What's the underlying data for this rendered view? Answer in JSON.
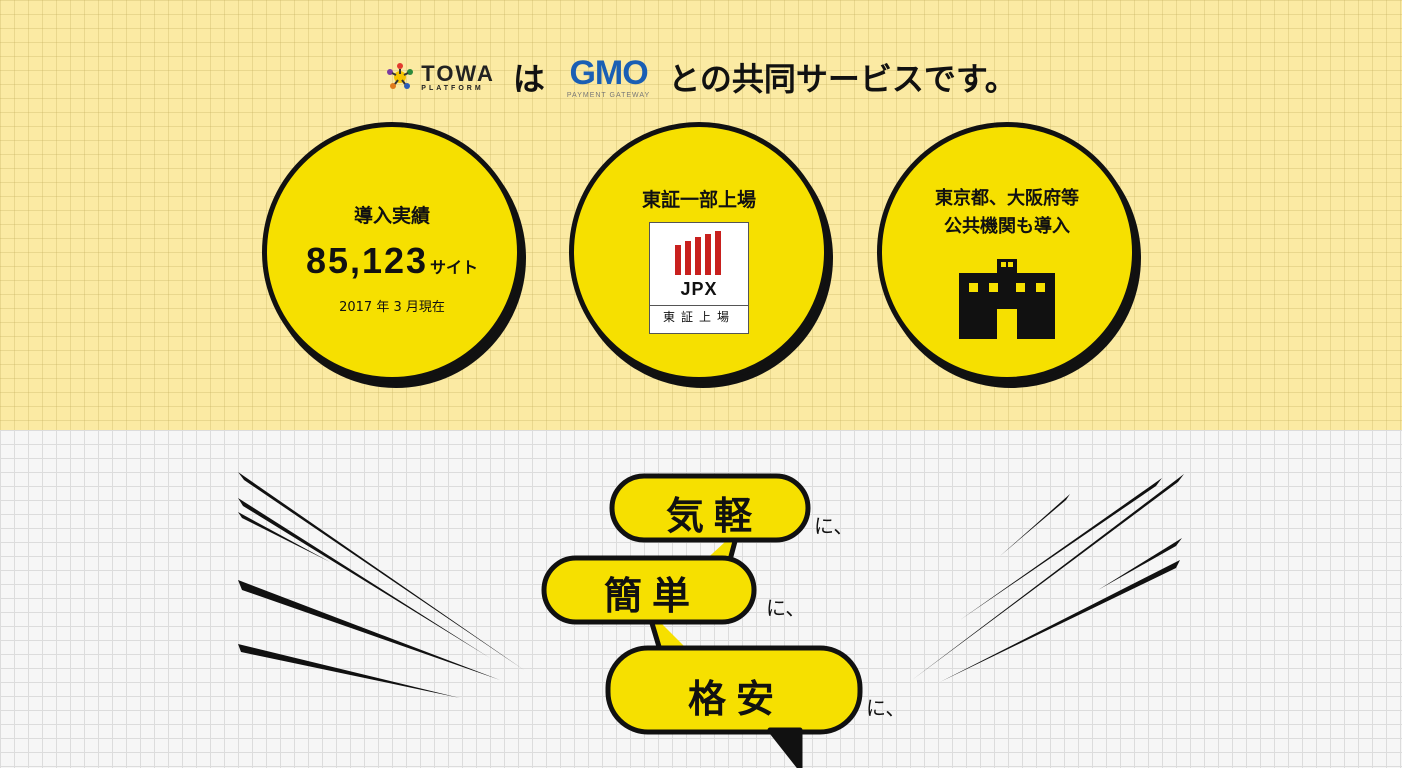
{
  "header": {
    "towa_logo_main": "TOWA",
    "towa_logo_sub": "PLATFORM",
    "particle_ha": "は",
    "gmo_logo_main": "GMO",
    "gmo_logo_sub": "PAYMENT GATEWAY",
    "tagline": "との共同サービスです。"
  },
  "circles": [
    {
      "title": "導入実績",
      "number": "85,123",
      "unit": "サイト",
      "note": "2017 年 3 月現在"
    },
    {
      "title": "東証一部上場",
      "logo_word": "JPX",
      "logo_label": "東証上場",
      "icon": "jpx-logo"
    },
    {
      "title_line1": "東京都、大阪府等",
      "title_line2": "公共機関も導入",
      "icon": "building-icon"
    }
  ],
  "bubbles": [
    {
      "word": "気軽",
      "suffix": "に、"
    },
    {
      "word": "簡単",
      "suffix": "に、"
    },
    {
      "word": "格安",
      "suffix": "に、"
    }
  ],
  "colors": {
    "accent_yellow": "#f6e000",
    "top_bg": "#fbeaa3",
    "gmo_blue": "#1a5fb4",
    "jpx_red": "#c8201e"
  }
}
